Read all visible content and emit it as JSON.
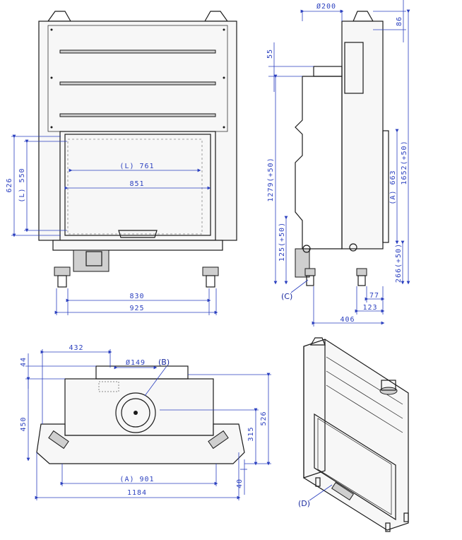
{
  "front": {
    "dims": {
      "height_total": "626",
      "height_l": "(L) 550",
      "width_l": "(L) 761",
      "width_inner": "851",
      "width_830": "830",
      "width_925": "925"
    }
  },
  "side": {
    "dims": {
      "flue_dia": "Ø200",
      "top_86": "86",
      "flue_55": "55",
      "h_1279": "1279(+50)",
      "h_1652": "1652(+50)",
      "h_a663": "(A) 663",
      "h_125": "125(+50)",
      "h_266": "266(+50)",
      "d_77": "77",
      "d_123": "123",
      "d_406": "406"
    },
    "label_c": "(C)"
  },
  "top": {
    "dims": {
      "w_432": "432",
      "flue_dia": "Ø149",
      "d_44": "44",
      "d_450": "450",
      "d_526": "526",
      "d_315": "315",
      "d_40": "40",
      "w_a901": "(A) 901",
      "w_1184": "1184"
    },
    "label_b": "(B)"
  },
  "iso": {
    "label_d": "(D)"
  }
}
